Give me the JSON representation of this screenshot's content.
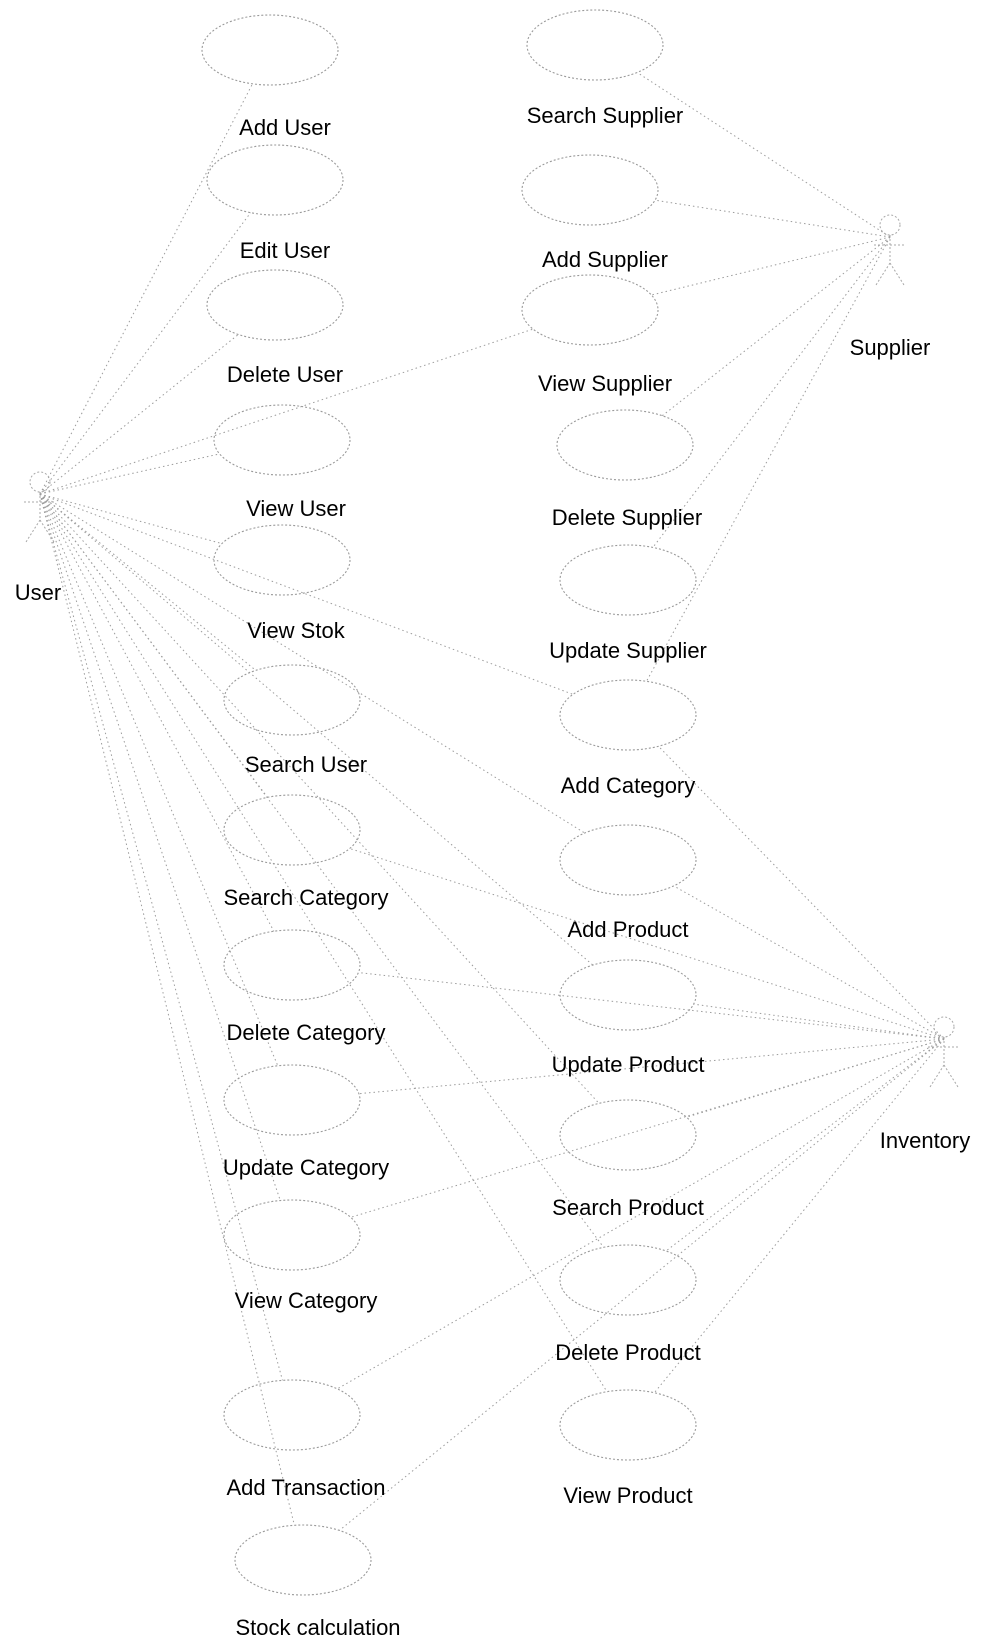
{
  "actors": [
    {
      "id": "user",
      "label": "User"
    },
    {
      "id": "supplier",
      "label": "Supplier"
    },
    {
      "id": "inventory",
      "label": "Inventory"
    }
  ],
  "use_cases": [
    {
      "id": "add-user",
      "label": "Add User"
    },
    {
      "id": "edit-user",
      "label": "Edit User"
    },
    {
      "id": "delete-user",
      "label": "Delete User"
    },
    {
      "id": "view-user",
      "label": "View User"
    },
    {
      "id": "view-stok",
      "label": "View Stok"
    },
    {
      "id": "search-user",
      "label": "Search User"
    },
    {
      "id": "search-category",
      "label": "Search Category"
    },
    {
      "id": "delete-category",
      "label": "Delete Category"
    },
    {
      "id": "update-category",
      "label": "Update Category"
    },
    {
      "id": "view-category",
      "label": "View Category"
    },
    {
      "id": "add-transaction",
      "label": "Add Transaction"
    },
    {
      "id": "stock-calculation",
      "label": "Stock calculation"
    },
    {
      "id": "search-supplier",
      "label": "Search Supplier"
    },
    {
      "id": "add-supplier",
      "label": "Add Supplier"
    },
    {
      "id": "view-supplier",
      "label": "View Supplier"
    },
    {
      "id": "delete-supplier",
      "label": "Delete Supplier"
    },
    {
      "id": "update-supplier",
      "label": "Update Supplier"
    },
    {
      "id": "add-category",
      "label": "Add Category"
    },
    {
      "id": "add-product",
      "label": "Add Product"
    },
    {
      "id": "update-product",
      "label": "Update Product"
    },
    {
      "id": "search-product",
      "label": "Search Product"
    },
    {
      "id": "delete-product",
      "label": "Delete Product"
    },
    {
      "id": "view-product",
      "label": "View Product"
    }
  ]
}
